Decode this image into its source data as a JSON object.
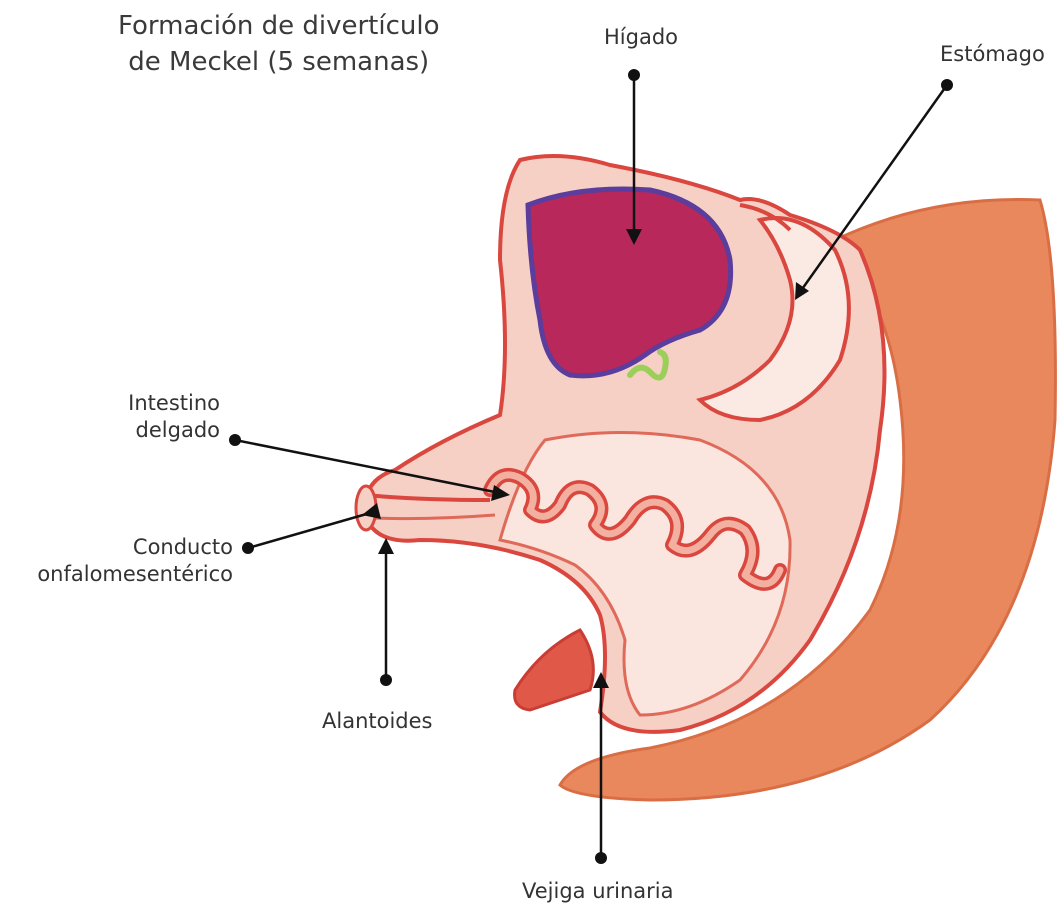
{
  "title": {
    "line1": "Formación de divertículo",
    "line2": "de Meckel (5 semanas)"
  },
  "labels": {
    "higado": "Hígado",
    "estomago": "Estómago",
    "intestino_line1": "Intestino",
    "intestino_line2": "delgado",
    "conducto_line1": "Conducto",
    "conducto_line2": "onfalomesentérico",
    "alantoides": "Alantoides",
    "vejiga": "Vejiga urinaria"
  },
  "colors": {
    "tissue_outline": "#d9473f",
    "tissue_fill": "#f6cfc5",
    "tissue_light": "#fbe6df",
    "body_wall": "#e9885d",
    "liver": "#b8285a",
    "liver_edge": "#5a3d9c",
    "bile_duct": "#9ccf5a",
    "leader_line": "#111111"
  }
}
